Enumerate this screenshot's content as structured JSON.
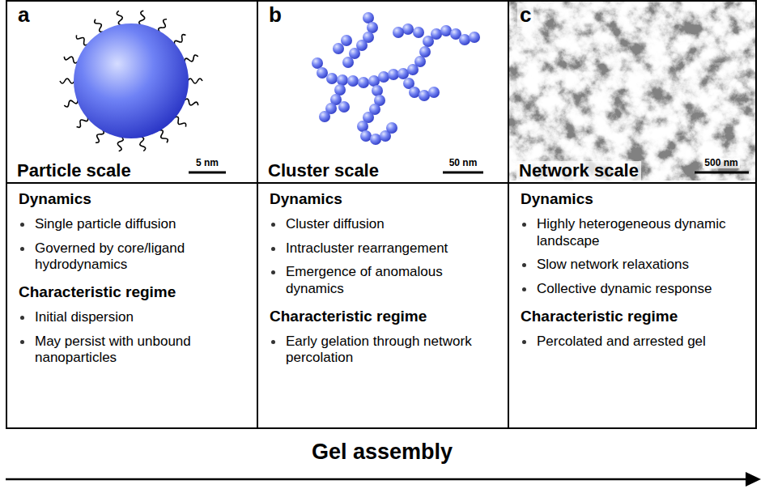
{
  "diagram": {
    "nodes": [
      {
        "text": [
          "a",
          "Particle scale",
          "5 nm"
        ]
      },
      {
        "text": [
          "Dynamics",
          "Single particle diffusion",
          "Governed by core/ligand hydrodynamics",
          "Characteristic regime",
          "Initial dispersion",
          "May persist with unbound nanoparticles"
        ]
      },
      {
        "text": [
          "b",
          "Cluster scale",
          "50 nm"
        ]
      },
      {
        "text": [
          "Dynamics",
          "Cluster diffusion",
          "Intracluster rearrangement",
          "Emergence of anomalous dynamics",
          "Characteristic regime",
          "Early gelation through network percolation"
        ]
      },
      {
        "text": [
          "c",
          "Network scale",
          "500 nm"
        ]
      },
      {
        "text": [
          "Dynamics",
          "Highly heterogeneous dynamic landscape",
          "Slow network relaxations",
          "Collective dynamic response",
          "Characteristic regime",
          "Percolated and arrested gel"
        ]
      }
    ],
    "labels": [
      "Gel assembly"
    ]
  }
}
